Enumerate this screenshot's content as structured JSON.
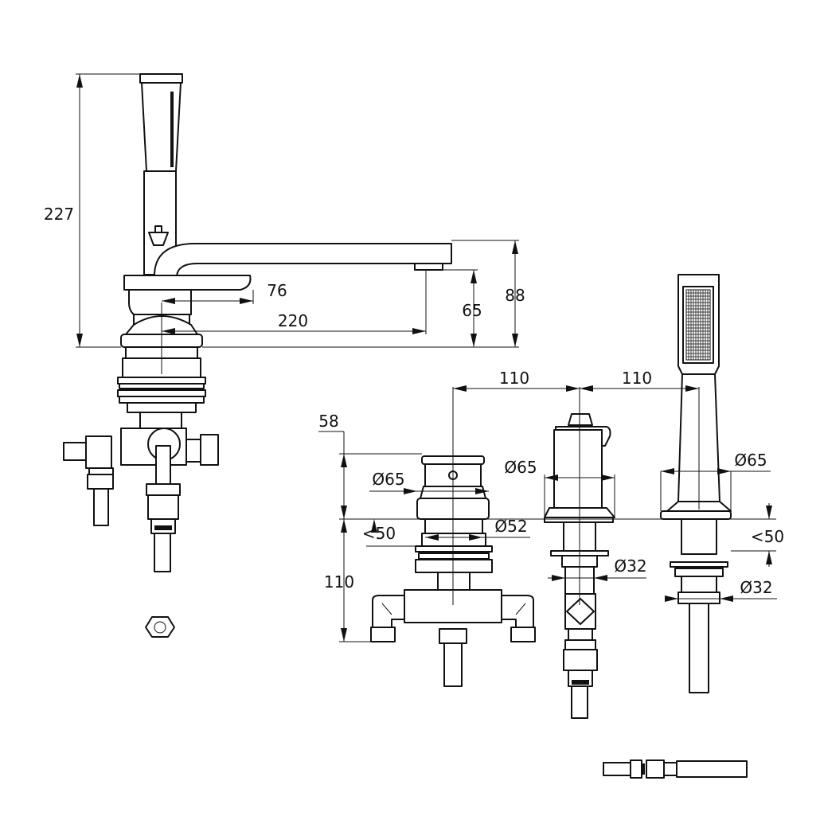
{
  "colors": {
    "line": "#111111",
    "background": "#ffffff"
  },
  "dimensions": {
    "spout_height_total": "227",
    "lever_reach": "76",
    "spout_reach": "220",
    "spout_outlet_height": "65",
    "spout_top_height": "88",
    "spacing_left": "110",
    "spacing_right": "110",
    "deck_clearance": "58",
    "valve_escutcheon_dia": "Ø65",
    "valve_body_dia": "Ø52",
    "deck_thickness_left": "<50",
    "below_deck_depth": "110",
    "mixer_escutcheon_dia": "Ø65",
    "mixer_shank_dia": "Ø32",
    "handshower_escutcheon_dia": "Ø65",
    "handshower_shank_dia": "Ø32",
    "deck_thickness_right": "<50"
  }
}
